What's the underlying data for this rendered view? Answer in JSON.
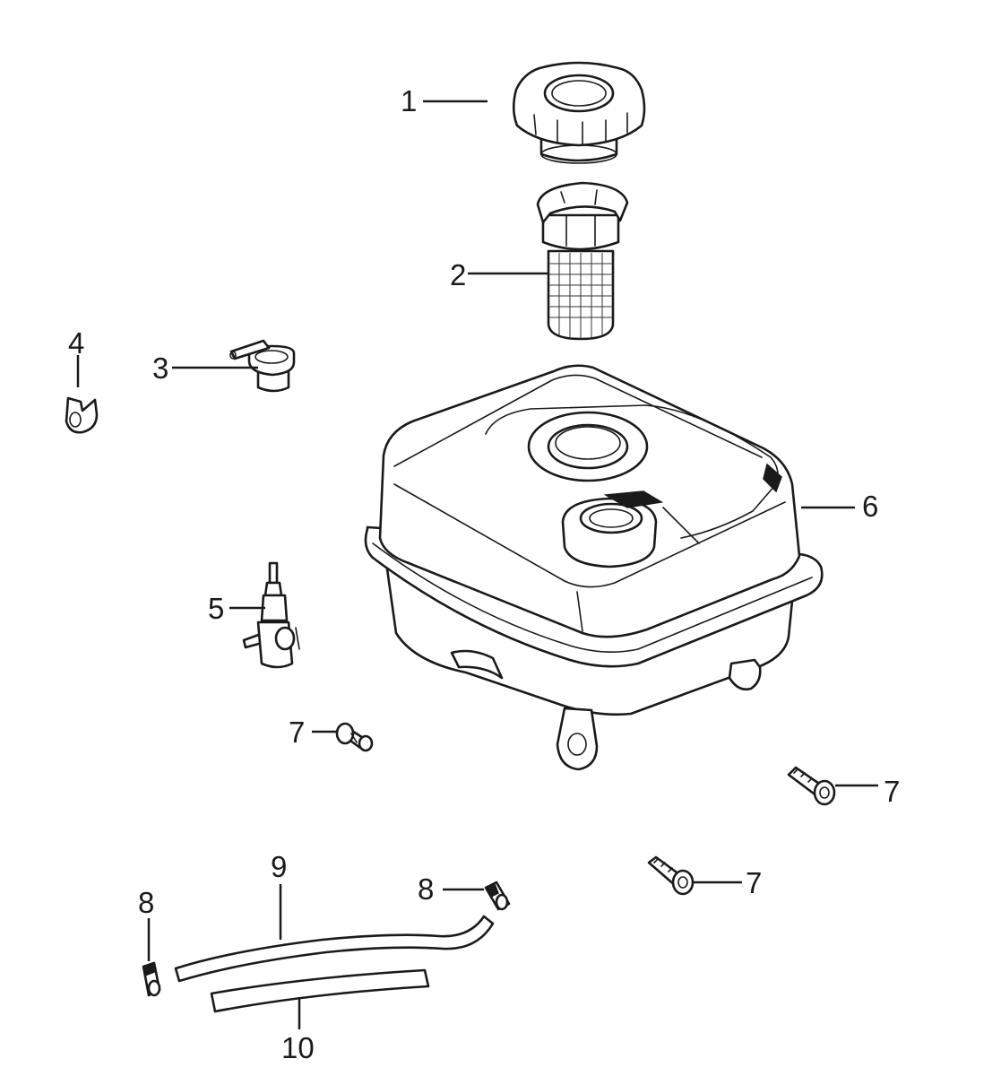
{
  "callouts": {
    "fuel_cap": "1",
    "fuel_strainer": "2",
    "fuel_cock_fitting": "3",
    "clip": "4",
    "fuel_valve": "5",
    "fuel_tank": "6",
    "bolt_a": "7",
    "bolt_b": "7",
    "bolt_c": "7",
    "hose_clamp_a": "8",
    "hose_clamp_b": "8",
    "fuel_hose": "9",
    "fuel_hose_lower": "10"
  },
  "colors": {
    "line": "#1a1a1a",
    "background": "#ffffff",
    "part_fill": "#ffffff"
  }
}
